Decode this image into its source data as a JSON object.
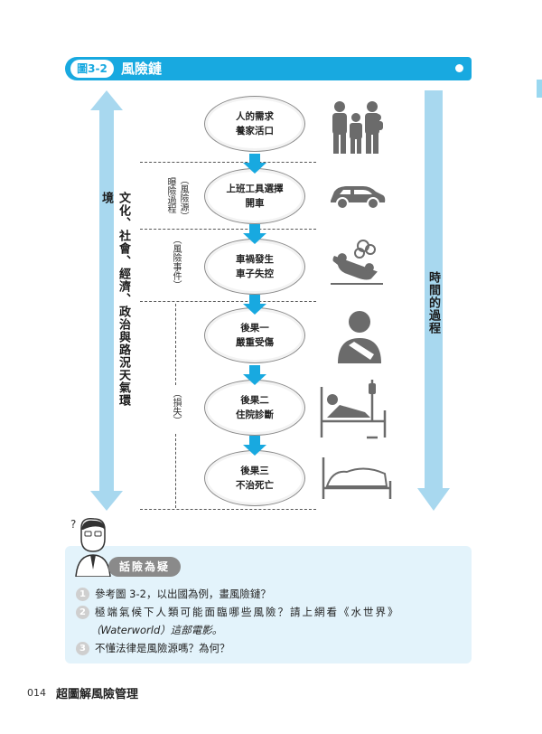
{
  "header": {
    "figure_tag": "圖3-2",
    "title": "風險鏈"
  },
  "left_axis_label": "文化、社會、經濟、政治與路況天氣環境",
  "right_axis_label": "時間的過程",
  "chain": [
    {
      "line1": "人的需求",
      "line2": "養家活口",
      "icon": "family-icon"
    },
    {
      "line1": "上班工具選擇",
      "line2": "開車",
      "icon": "car-icon"
    },
    {
      "line1": "車禍發生",
      "line2": "車子失控",
      "icon": "car-crash-icon"
    },
    {
      "line1": "後果一",
      "line2": "嚴重受傷",
      "icon": "injured-person-icon"
    },
    {
      "line1": "後果二",
      "line2": "住院診斷",
      "icon": "hospital-bed-icon"
    },
    {
      "line1": "後果三",
      "line2": "不治死亡",
      "icon": "covered-bed-icon"
    }
  ],
  "brackets": {
    "risk_source": "（風險源）",
    "risk_source_sub": "曝險過程",
    "risk_event": "（風險事件）",
    "loss": "（損失）"
  },
  "questions": {
    "title": "話險為疑",
    "items": [
      {
        "num": "1",
        "text": "參考圖 3-2，以出國為例，畫風險鏈？"
      },
      {
        "num": "2",
        "text": "極端氣候下人類可能面臨哪些風險？請上網看《水世界》",
        "text2": "（Waterworld）這部電影。"
      },
      {
        "num": "3",
        "text": "不懂法律是風險源嗎？為何？"
      }
    ]
  },
  "footer": {
    "page": "014",
    "book_title": "超圖解風險管理"
  },
  "colors": {
    "accent": "#18a9e0",
    "arrow": "#a8d8ef",
    "panel": "#e3f3fb"
  }
}
